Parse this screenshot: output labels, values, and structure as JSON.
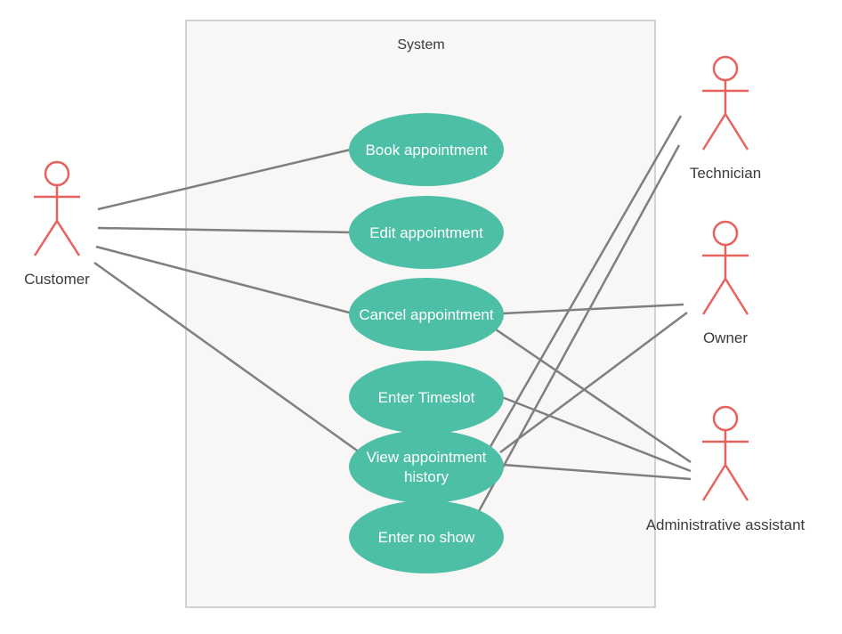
{
  "system": {
    "title": "System"
  },
  "use_cases": {
    "book": {
      "label": "Book appointment"
    },
    "edit": {
      "label": "Edit appointment"
    },
    "cancel": {
      "label": "Cancel appointment"
    },
    "timeslot": {
      "label": "Enter Timeslot"
    },
    "history": {
      "label_line1": "View appointment",
      "label_line2": "history"
    },
    "noshow": {
      "label": "Enter no show"
    }
  },
  "actors": {
    "customer": {
      "label": "Customer"
    },
    "technician": {
      "label": "Technician"
    },
    "owner": {
      "label": "Owner"
    },
    "admin": {
      "label": "Administrative assistant"
    }
  },
  "colors": {
    "use_case_fill": "#4dbfa6",
    "actor_stroke": "#e8625d",
    "connector": "#7f7f7f",
    "system_fill": "#f8f7f5",
    "system_border": "#d2d2d2",
    "text": "#3b3b3b"
  }
}
